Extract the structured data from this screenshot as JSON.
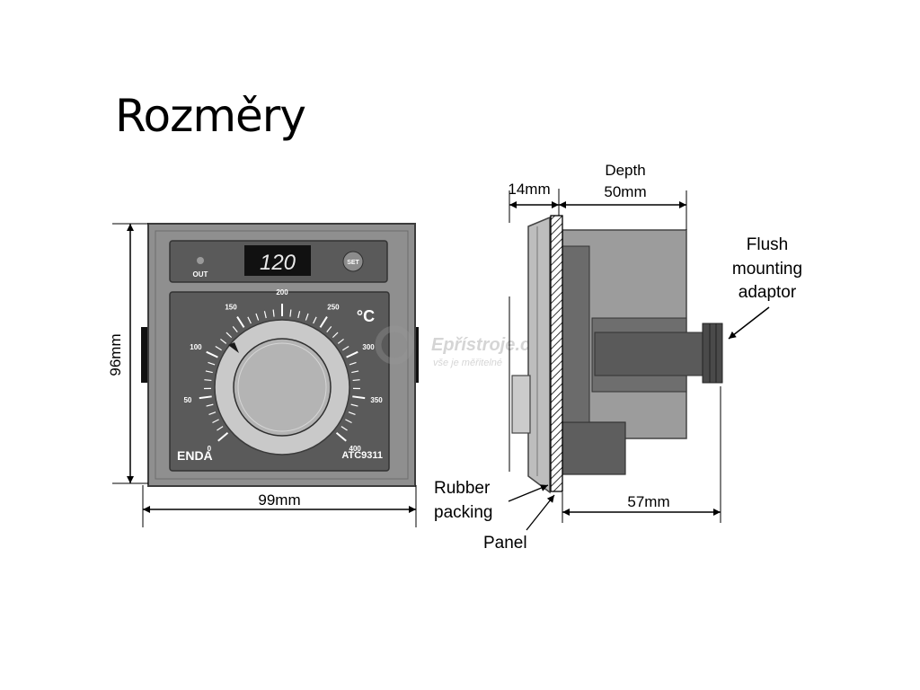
{
  "title": "Rozměry",
  "front_view": {
    "display_value": "120",
    "out_label": "OUT",
    "set_label": "SET",
    "unit_symbol": "°C",
    "dial_scale": [
      "0",
      "50",
      "100",
      "150",
      "200",
      "250",
      "300",
      "350",
      "400"
    ],
    "brand": "ENDA",
    "model": "ATC9311",
    "height_label": "96mm",
    "width_label": "99mm"
  },
  "side_view": {
    "front_depth_label": "14mm",
    "depth_label_line1": "Depth",
    "depth_label_line2": "50mm",
    "rear_depth_label": "57mm",
    "adaptor_label_line1": "Flush",
    "adaptor_label_line2": "mounting",
    "adaptor_label_line3": "adaptor",
    "rubber_label_line1": "Rubber",
    "rubber_label_line2": "packing",
    "panel_label": "Panel"
  },
  "watermark": {
    "brand": "Epřístroje.cz",
    "tagline": "vše je měřitelné"
  },
  "colors": {
    "frame": "#8e8e8e",
    "dark_panel": "#5a5a5a",
    "display_bg": "#111111",
    "housing": "#9c9c9c",
    "light_housing": "#c8c8c8"
  }
}
